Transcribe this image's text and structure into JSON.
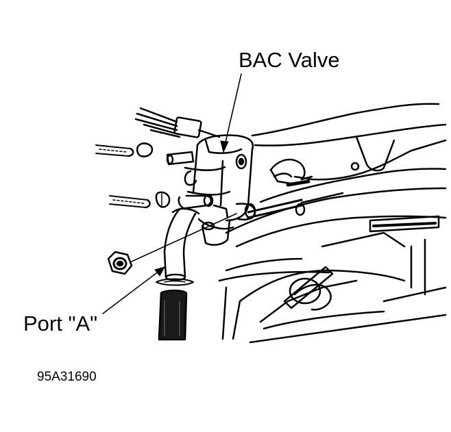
{
  "diagram": {
    "labels": {
      "bac_valve": "BAC Valve",
      "port_a": "Port \"A\"",
      "figure_id": "95A31690"
    },
    "colors": {
      "ink": "#000000",
      "background": "#ffffff"
    }
  }
}
